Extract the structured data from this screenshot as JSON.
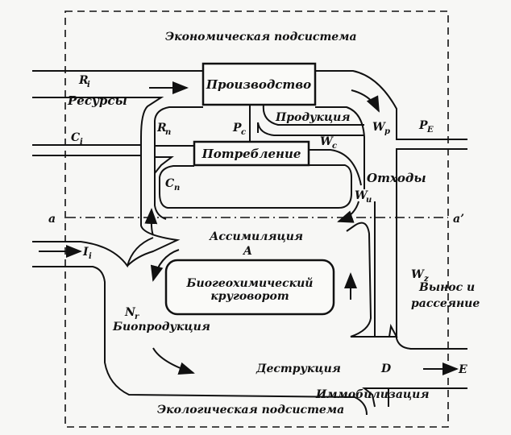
{
  "labels": {
    "economic_subsystem": "Экономическая подсистема",
    "ecological_subsystem": "Экологическая подсистема",
    "production": "Производство",
    "consumption": "Потребление",
    "resources": "Ресурсы",
    "products": "Продукция",
    "waste": "Отходы",
    "assimilation": "Ассимиляция",
    "biogeochemical_1": "Биогеохимический",
    "biogeochemical_2": "круговорот",
    "bioproduction": "Биопродукция",
    "destruction": "Деструкция",
    "immobilization": "Иммобилизация",
    "export_1": "Вынос и",
    "export_2": "рассеяние"
  },
  "symbols": {
    "Ri": {
      "main": "R",
      "sub": "i"
    },
    "Rn": {
      "main": "R",
      "sub": "n"
    },
    "Pc": {
      "main": "P",
      "sub": "c"
    },
    "Wp": {
      "main": "W",
      "sub": "p"
    },
    "PE": {
      "main": "P",
      "sub": "E"
    },
    "Ci": {
      "main": "C",
      "sub": "i"
    },
    "Wc": {
      "main": "W",
      "sub": "c"
    },
    "Cn": {
      "main": "C",
      "sub": "n"
    },
    "Wu": {
      "main": "W",
      "sub": "u"
    },
    "Ii": {
      "main": "I",
      "sub": "i"
    },
    "Nr": {
      "main": "N",
      "sub": "r"
    },
    "Wz": {
      "main": "W",
      "sub": "z"
    },
    "A": "A",
    "D": "D",
    "E": "E",
    "a": "a",
    "a_prime": "a’"
  }
}
